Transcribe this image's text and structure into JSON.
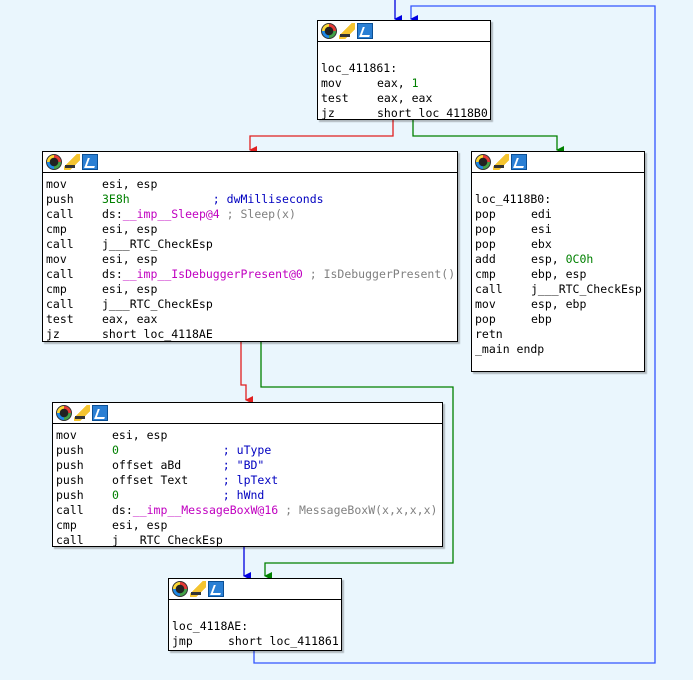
{
  "colors": {
    "true_edge": "#008000",
    "false_edge": "#e02020",
    "jump_edge": "#0000e0",
    "loop_edge": "#3355ff",
    "background": "#eaf6fd"
  },
  "node_icons": [
    "color-palette-icon",
    "rename-icon",
    "graph-overview-icon"
  ],
  "nodes": {
    "top": {
      "lines": [
        {
          "label": ""
        },
        {
          "label": "loc_411861:"
        },
        {
          "mn": "mov",
          "op": "eax, ",
          "num": "1"
        },
        {
          "mn": "test",
          "op": "eax, eax"
        },
        {
          "mn": "jz",
          "op": "short loc_4118B0"
        }
      ]
    },
    "left": {
      "lines": [
        {
          "mn": "mov",
          "op": "esi, esp"
        },
        {
          "mn": "push",
          "num": "3E8h",
          "pad": "            ",
          "cmtb": "; dwMilliseconds"
        },
        {
          "mn": "call",
          "op": "ds:",
          "imp": "__imp__Sleep@4",
          "cmt": " ; Sleep(x)"
        },
        {
          "mn": "cmp",
          "op": "esi, esp"
        },
        {
          "mn": "call",
          "op": "j___RTC_CheckEsp"
        },
        {
          "mn": "mov",
          "op": "esi, esp"
        },
        {
          "mn": "call",
          "op": "ds:",
          "imp": "__imp__IsDebuggerPresent@0",
          "cmt": " ; IsDebuggerPresent()"
        },
        {
          "mn": "cmp",
          "op": "esi, esp"
        },
        {
          "mn": "call",
          "op": "j___RTC_CheckEsp"
        },
        {
          "mn": "test",
          "op": "eax, eax"
        },
        {
          "mn": "jz",
          "op": "short loc_4118AE"
        }
      ]
    },
    "right": {
      "lines": [
        {
          "label": ""
        },
        {
          "label": "loc_4118B0:"
        },
        {
          "mn": "pop",
          "op": "edi"
        },
        {
          "mn": "pop",
          "op": "esi"
        },
        {
          "mn": "pop",
          "op": "ebx"
        },
        {
          "mn": "add",
          "op": "esp, ",
          "num": "0C0h"
        },
        {
          "mn": "cmp",
          "op": "ebp, esp"
        },
        {
          "mn": "call",
          "op": "j___RTC_CheckEsp"
        },
        {
          "mn": "mov",
          "op": "esp, ebp"
        },
        {
          "mn": "pop",
          "op": "ebp"
        },
        {
          "mn": "retn"
        },
        {
          "label": "_main endp"
        }
      ]
    },
    "msg": {
      "lines": [
        {
          "mn": "mov",
          "op": "esi, esp"
        },
        {
          "mn": "push",
          "num": "0",
          "pad": "               ",
          "cmtb": "; uType"
        },
        {
          "mn": "push",
          "op": "offset aBd",
          "pad": "      ",
          "cmtb": "; \"BD\""
        },
        {
          "mn": "push",
          "op": "offset Text",
          "pad": "     ",
          "cmtb": "; lpText"
        },
        {
          "mn": "push",
          "num": "0",
          "pad": "               ",
          "cmtb": "; hWnd"
        },
        {
          "mn": "call",
          "op": "ds:",
          "imp": "__imp__MessageBoxW@16",
          "cmt": " ; MessageBoxW(x,x,x,x)"
        },
        {
          "mn": "cmp",
          "op": "esi, esp"
        },
        {
          "mn": "call",
          "op": "j___RTC_CheckEsp"
        }
      ]
    },
    "bottom": {
      "lines": [
        {
          "label": ""
        },
        {
          "label": "loc_4118AE:"
        },
        {
          "mn": "jmp",
          "op": "short loc_411861"
        }
      ]
    }
  }
}
